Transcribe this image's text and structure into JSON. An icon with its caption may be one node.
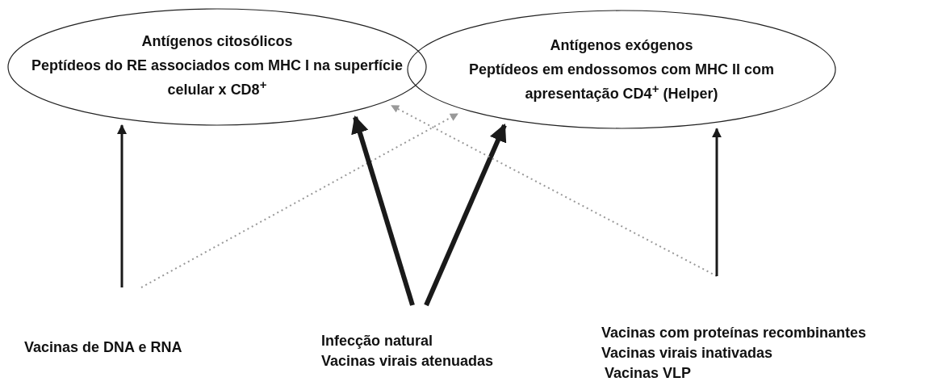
{
  "diagram": {
    "nodes": [
      {
        "text": [
          "Antígenos citosólicos",
          "Peptídeos do RE associados com MHC I na superfície celular x CD8$^{+}$"
        ]
      },
      {
        "text": [
          "Antígenos exógenos",
          "Peptídeos em endossomos com MHC II com apresentação CD4$^{+}$ (Helper)"
        ]
      },
      {
        "text": [
          "Vacinas de DNA e RNA"
        ]
      },
      {
        "text": [
          "Infecção natural",
          "Vacinas virais atenuadas"
        ]
      },
      {
        "text": [
          "Vacinas com proteínas recombinantes",
          "Vacinas virais inativadas",
          "Vacinas VLP"
        ]
      }
    ],
    "edges": [
      {
        "from": 2,
        "to": 0,
        "arrow": "to"
      },
      {
        "from": 2,
        "to": 1,
        "arrow": "to",
        "style": "dashed",
        "color": "#999999"
      },
      {
        "from": 3,
        "to": 0,
        "arrow": "to",
        "style": "thick"
      },
      {
        "from": 3,
        "to": 1,
        "arrow": "to",
        "style": "thick"
      },
      {
        "from": 4,
        "to": 0,
        "arrow": "to",
        "style": "dashed",
        "color": "#999999"
      },
      {
        "from": 4,
        "to": 1,
        "arrow": "to"
      }
    ]
  }
}
